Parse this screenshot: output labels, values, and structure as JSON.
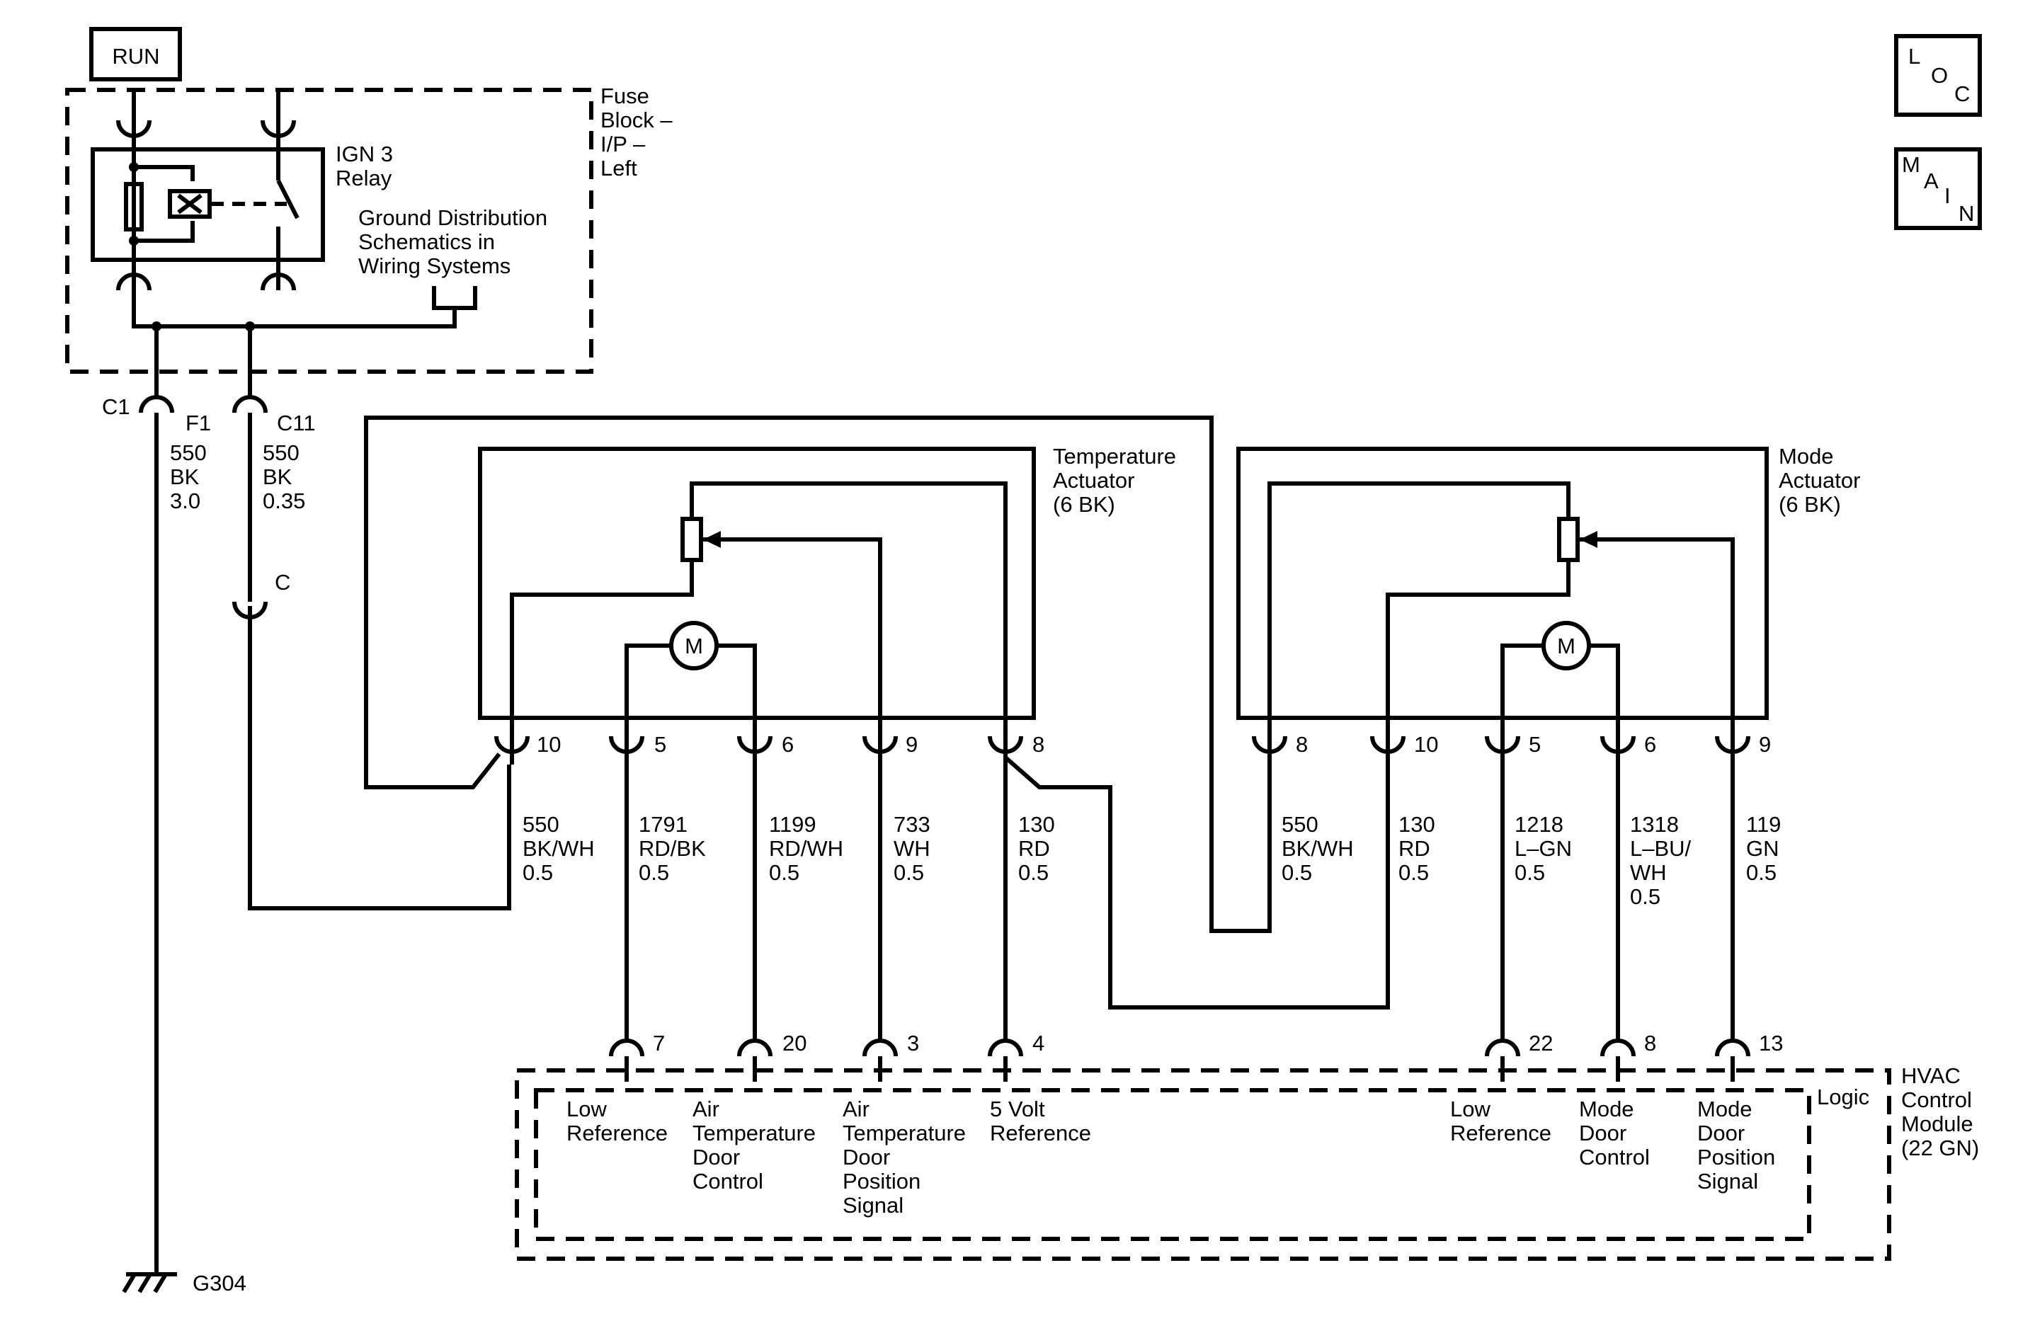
{
  "run": "RUN",
  "nav": {
    "loc": [
      "L",
      "O",
      "C"
    ],
    "main": [
      "M",
      "A",
      "I",
      "N"
    ]
  },
  "fuse_block": {
    "title": [
      "Fuse",
      "Block –",
      "I/P –",
      "Left"
    ]
  },
  "relay": {
    "title": [
      "IGN 3",
      "Relay"
    ]
  },
  "ground_note": [
    "Ground Distribution",
    "Schematics in",
    "Wiring Systems"
  ],
  "feed_connectors": {
    "c1": "C1",
    "c11": "C11",
    "c": "C"
  },
  "feed_wires": [
    {
      "lines": [
        "F1",
        "550",
        "BK",
        "3.0"
      ]
    },
    {
      "lines": [
        "550",
        "BK",
        "0.35"
      ]
    }
  ],
  "temp_actuator": {
    "title": [
      "Temperature",
      "Actuator",
      "(6 BK)"
    ],
    "pins": [
      "10",
      "5",
      "6",
      "9",
      "8"
    ],
    "motor": "M"
  },
  "mode_actuator": {
    "title": [
      "Mode",
      "Actuator",
      "(6 BK)"
    ],
    "pins": [
      "8",
      "10",
      "5",
      "6",
      "9"
    ],
    "motor": "M"
  },
  "wires": [
    {
      "lines": [
        "550",
        "BK/WH",
        "0.5"
      ]
    },
    {
      "lines": [
        "1791",
        "RD/BK",
        "0.5"
      ]
    },
    {
      "lines": [
        "1199",
        "RD/WH",
        "0.5"
      ]
    },
    {
      "lines": [
        "733",
        "WH",
        "0.5"
      ]
    },
    {
      "lines": [
        "130",
        "RD",
        "0.5"
      ]
    },
    {
      "lines": [
        "550",
        "BK/WH",
        "0.5"
      ]
    },
    {
      "lines": [
        "130",
        "RD",
        "0.5"
      ]
    },
    {
      "lines": [
        "1218",
        "L–GN",
        "0.5"
      ]
    },
    {
      "lines": [
        "1318",
        "L–BU/",
        "WH",
        "0.5"
      ]
    },
    {
      "lines": [
        "119",
        "GN",
        "0.5"
      ]
    }
  ],
  "hvac_pins": [
    "7",
    "20",
    "3",
    "4",
    "22",
    "8",
    "13"
  ],
  "hvac": {
    "logic": "Logic",
    "title": [
      "HVAC",
      "Control",
      "Module",
      "(22 GN)"
    ],
    "functions": [
      [
        "Low",
        "Reference"
      ],
      [
        "Air",
        "Temperature",
        "Door",
        "Control"
      ],
      [
        "Air",
        "Temperature",
        "Door",
        "Position",
        "Signal"
      ],
      [
        "5 Volt",
        "Reference"
      ],
      [
        "Low",
        "Reference"
      ],
      [
        "Mode",
        "Door",
        "Control"
      ],
      [
        "Mode",
        "Door",
        "Position",
        "Signal"
      ]
    ]
  },
  "ground": "G304"
}
